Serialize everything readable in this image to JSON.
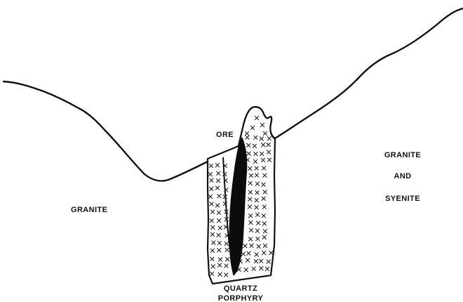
{
  "labels": {
    "ore": "ORE",
    "granite": "GRANITE",
    "granite_and_syenite_line1": "GRANITE",
    "granite_and_syenite_line2": "AND",
    "granite_and_syenite_line3": "SYENITE",
    "quartz_porphyry_line1": "QUARTZ",
    "quartz_porphyry_line2": "PORPHYRY"
  },
  "colors": {
    "ink": "#111111",
    "background": "#ffffff"
  }
}
